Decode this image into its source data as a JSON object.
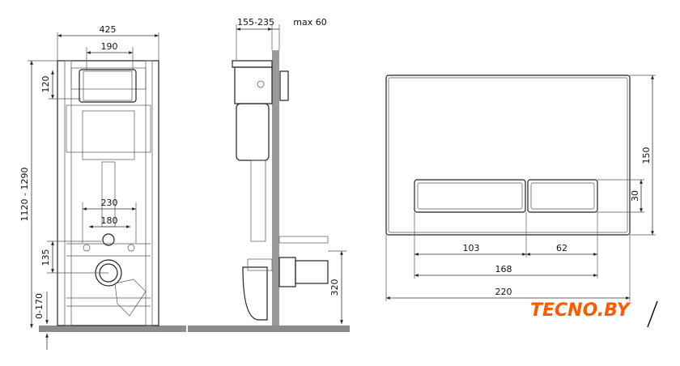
{
  "front_view": {
    "width_total": "425",
    "flush_width": "190",
    "flush_height": "120",
    "height_range": "1120 - 1290",
    "studs_outer": "230",
    "studs_inner": "180",
    "drain_height": "135",
    "leg_adjust": "0-170"
  },
  "side_view": {
    "depth_range": "155-235",
    "wall_max": "max 60",
    "drain_floor_height": "320"
  },
  "flush_plate": {
    "height": "150",
    "button_height": "30",
    "large_button_width": "103",
    "small_button_width": "62",
    "buttons_total_width": "168",
    "plate_width": "220"
  },
  "logo": {
    "text": "TECNO.BY",
    "color": "#ff5a00"
  }
}
